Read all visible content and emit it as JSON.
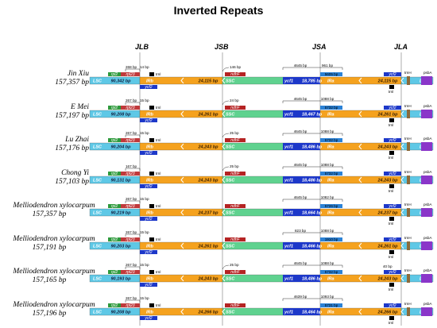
{
  "title": "Inverted Repeats",
  "junctions": [
    "JLB",
    "JSB",
    "JSA",
    "JLA"
  ],
  "colors": {
    "LSC": "#5ec8e6",
    "IRb": "#f5a21e",
    "SSC": "#5fd28f",
    "IRa": "#f5a21e",
    "rpl2": "#2e9a3c",
    "rpl23": "#c0393b",
    "ycf2": "#1d38c9",
    "ndhF": "#b52323",
    "ycf1": "#1d38c9",
    "psbA": "#8a36c9",
    "trnH": "#8c6a3a",
    "trnl": "#000000",
    "jline": "#9a9a9a"
  },
  "samples": [
    {
      "name": "Jin Xiu",
      "bp": "157,357 bp",
      "lsc_bp": "90,342 bp",
      "irb_bp": "24,115 bp",
      "ssc_bp": "",
      "ycf1_bp": "18,785 bp",
      "ira_bp": "24,115 bp",
      "a1": "268 bp",
      "a2": "14 bp",
      "ndh": "146 bp",
      "s1": "4645 bp",
      "s2": "961 bp",
      "sa": "5605 bp",
      "jla": ""
    },
    {
      "name": "E Mei",
      "bp": "157,197 bp",
      "lsc_bp": "90,208 bp",
      "irb_bp": "24,261 bp",
      "ssc_bp": "",
      "ycf1_bp": "18,467 bp",
      "ira_bp": "24,261 bp",
      "a1": "267 bp",
      "a2": "15 bp",
      "ndh": "24 bp",
      "s1": "4645 bp",
      "s2": "1088 bp",
      "sa": "5732 bp",
      "jla": ""
    },
    {
      "name": "Lu Zhai",
      "bp": "157,176 bp",
      "lsc_bp": "90,204 bp",
      "irb_bp": "24,243 bp",
      "ssc_bp": "",
      "ycf1_bp": "18,486 bp",
      "ira_bp": "24,243 bp",
      "a1": "267 bp",
      "a2": "15 bp",
      "ndh": "25 bp",
      "s1": "4645 bp",
      "s2": "1088 bp",
      "sa": "5732 bp",
      "jla": ""
    },
    {
      "name": "Chong Yi",
      "bp": "157,103 bp",
      "lsc_bp": "90,131 bp",
      "irb_bp": "24,243 bp",
      "ssc_bp": "",
      "ycf1_bp": "18,486 bp",
      "ira_bp": "24,243 bp",
      "a1": "167 bp",
      "a2": "",
      "ndh": "25 bp",
      "s1": "4645 bp",
      "s2": "1088 bp",
      "sa": "5732 bp",
      "jla": ""
    },
    {
      "name": "Melliodendron xylocarpum",
      "bp": "157,357 bp",
      "lsc_bp": "90,219 bp",
      "irb_bp": "24,237 bp",
      "ssc_bp": "",
      "ycf1_bp": "18,664 bp",
      "ira_bp": "24,237 bp",
      "a1": "267 bp",
      "a2": "15 bp",
      "ndh": "",
      "s1": "4645 bp",
      "s2": "1082 bp",
      "sa": "5726 bp",
      "jla": ""
    },
    {
      "name": "Melliodendron xylocarpum",
      "bp": "157,191 bp",
      "lsc_bp": "90,203 bp",
      "irb_bp": "24,261 bp",
      "ssc_bp": "",
      "ycf1_bp": "18,466 bp",
      "ira_bp": "24,261 bp",
      "a1": "267 bp",
      "a2": "15 bp",
      "ndh": "",
      "s1": "823 bp",
      "s2": "1088 bp",
      "sa": "1910 bp",
      "jla": ""
    },
    {
      "name": "Melliodendron xylocarpum",
      "bp": "157,165 bp",
      "lsc_bp": "90,193 bp",
      "irb_bp": "24,243 bp",
      "ssc_bp": "",
      "ycf1_bp": "18,486 bp",
      "ira_bp": "24,243 bp",
      "a1": "267 bp",
      "a2": "15 bp",
      "ndh": "25 bp",
      "s1": "4645 bp",
      "s2": "1088 bp",
      "sa": "5732 bp",
      "jla": "40 bp"
    },
    {
      "name": "Melliodendron xylocarpum",
      "bp": "157,196 bp",
      "lsc_bp": "90,208 bp",
      "irb_bp": "24,266 bp",
      "ssc_bp": "",
      "ycf1_bp": "18,464 bp",
      "ira_bp": "24,266 bp",
      "a1": "267 bp",
      "a2": "15 bp",
      "ndh": "",
      "s1": "4639 bp",
      "s2": "1093 bp",
      "sa": "5731 bp",
      "jla": ""
    }
  ],
  "labels": {
    "lsc": "LSC",
    "irb": "IRb",
    "ssc": "SSC",
    "ira": "IRa",
    "rpl2": "rpl2",
    "rpl23": "rpl23",
    "ycf2": "ycf2",
    "trnl": "trnl",
    "ndhF": "ndhF",
    "ycf1": "ycf1",
    "trnH": "trnH",
    "psbA": "psbA"
  }
}
